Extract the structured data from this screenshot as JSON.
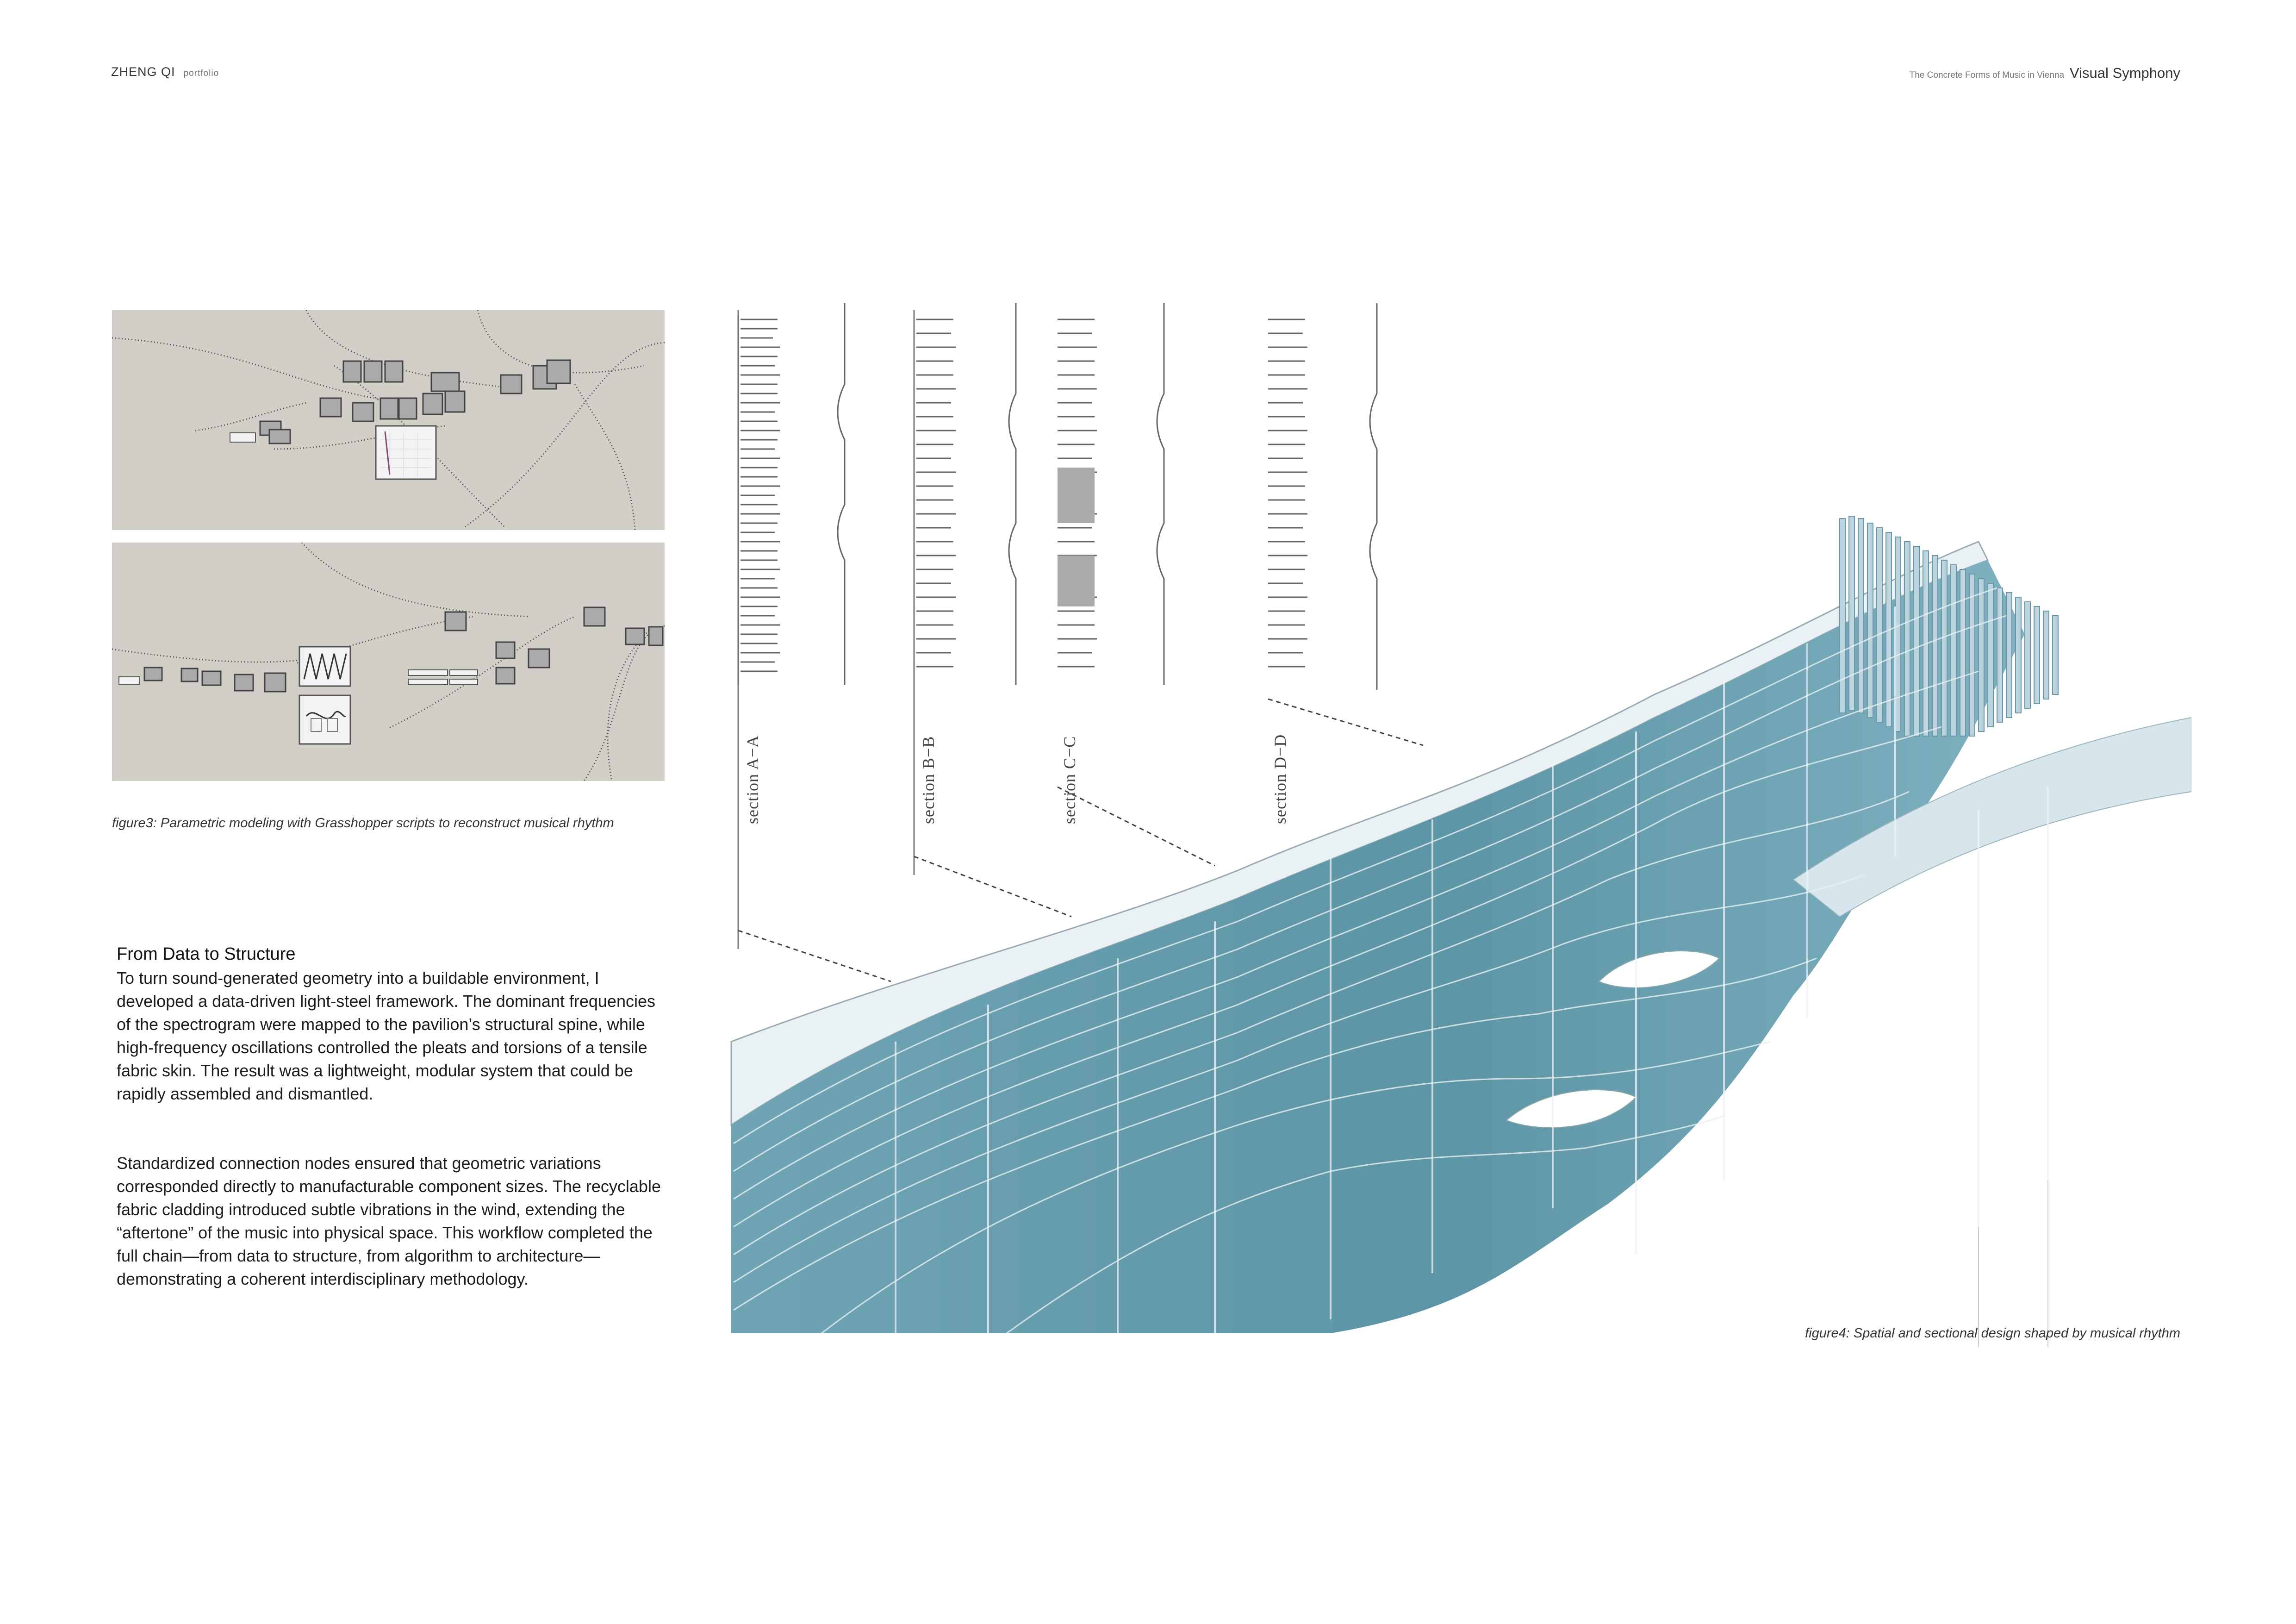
{
  "header": {
    "author": "ZHENG QI",
    "author_sub": "portfolio",
    "project_sub": "The Concrete Forms of Music in Vienna",
    "project_title": "Visual Symphony"
  },
  "figure3": {
    "caption": "figure3: Parametric modeling with Grasshopper scripts to reconstruct musical rhythm"
  },
  "text": {
    "heading": "From Data to Structure",
    "paragraph1": "To turn sound-generated geometry into a buildable environment, I developed a data-driven light-steel framework. The dominant frequencies of the spectrogram were mapped to the pavilion’s structural spine, while high-frequency oscillations controlled the pleats and torsions of a tensile fabric skin. The result was a lightweight, modular system that could be rapidly assembled and dismantled.",
    "paragraph2": "Standardized connection nodes ensured that geometric variations corresponded directly to manufacturable component sizes. The recyclable fabric cladding introduced subtle vibrations in the wind, extending the “aftertone” of the music into physical space. This workflow completed the full chain—from data to structure, from algorithm to architecture—demonstrating a coherent interdisciplinary methodology."
  },
  "figure4": {
    "sections": [
      "section A−A",
      "section B−B",
      "section C−C",
      "section D−D"
    ],
    "caption": "figure4: Spatial and sectional design shaped by musical rhythm"
  },
  "colors": {
    "canvas_bg": "#d2cfc9",
    "fabric": "#5c95a6",
    "fabric_light": "#d6e6ec",
    "line": "#555555"
  }
}
